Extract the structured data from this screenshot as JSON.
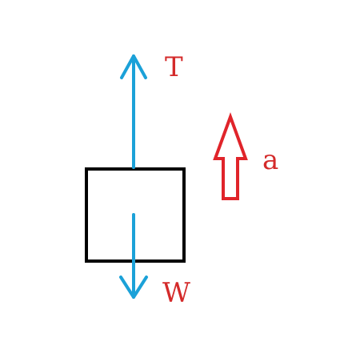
{
  "diagram": {
    "labels": {
      "tension": "T",
      "weight": "W",
      "acceleration": "a"
    },
    "colors": {
      "background": "#ffffff",
      "body_outline": "#000000",
      "force_arrow": "#1ba1d8",
      "acceleration_arrow": "#e0242a",
      "label_text": "#d42a2a"
    }
  }
}
